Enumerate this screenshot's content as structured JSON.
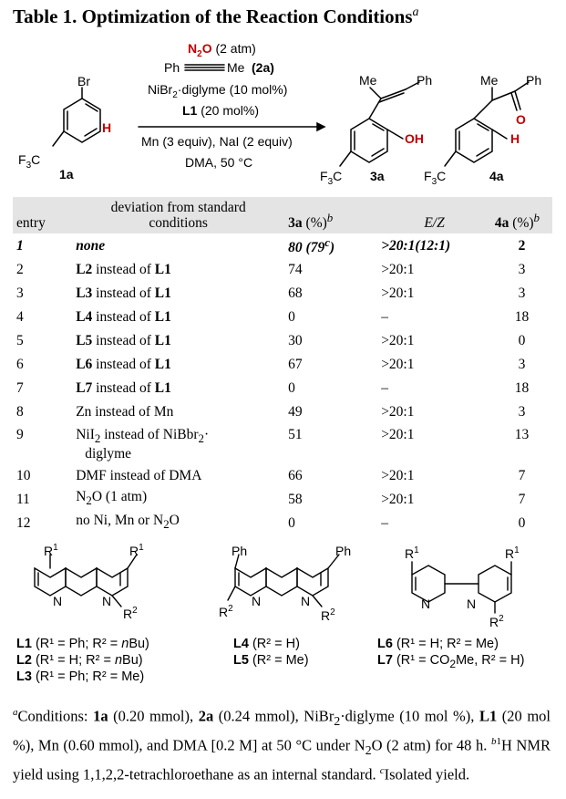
{
  "title": {
    "text": "Table 1. Optimization of the Reaction Conditions",
    "footnote_mark": "a"
  },
  "scheme": {
    "substrate_label": "1a",
    "substrate_atoms": {
      "br": "Br",
      "h": "H",
      "cf3_f": "F",
      "cf3_sub": "3",
      "cf3_c": "C"
    },
    "reagents_above": {
      "n2o_prefix": "N",
      "n2o_sub": "2",
      "n2o_suffix": "O",
      "n2o_pressure": " (2 atm)",
      "alkyne_ph": "Ph",
      "alkyne_me": "Me",
      "alkyne_label": "(2a)",
      "catalyst": "NiBr",
      "catalyst_sub": "2",
      "catalyst_suffix": "·diglyme (10 mol%)",
      "ligand": "L1",
      "ligand_amount": " (20 mol%)"
    },
    "reagents_below": {
      "line1": "Mn (3 equiv), NaI (2 equiv)",
      "line2": "DMA, 50 °C"
    },
    "product_3a": {
      "label": "3a",
      "me": "Me",
      "ph": "Ph",
      "oh": "OH",
      "cf3_f": "F",
      "cf3_sub": "3",
      "cf3_c": "C"
    },
    "product_4a": {
      "label": "4a",
      "me": "Me",
      "ph": "Ph",
      "o": "O",
      "h": "H",
      "cf3_f": "F",
      "cf3_sub": "3",
      "cf3_c": "C"
    }
  },
  "table": {
    "headers": {
      "entry": "entry",
      "deviation_line1": "deviation from standard",
      "deviation_line2": "conditions",
      "col_3a": "3a",
      "col_3a_unit": " (%)",
      "col_3a_mark": "b",
      "col_ez": "E/Z",
      "col_4a": "4a",
      "col_4a_unit": " (%)",
      "col_4a_mark": "b"
    },
    "rows": [
      {
        "entry": "1",
        "deviation": "none",
        "yield_3a": "80",
        "yield_3a_extra": " (79",
        "yield_3a_mark": "c",
        "yield_3a_close": ")",
        "ez": ">20:1(12:1)",
        "yield_4a": "2"
      },
      {
        "entry": "2",
        "dev_a": "L2",
        "dev_mid": " instead of ",
        "dev_b": "L1",
        "yield_3a": "74",
        "ez": ">20:1",
        "yield_4a": "3"
      },
      {
        "entry": "3",
        "dev_a": "L3",
        "dev_mid": " instead of ",
        "dev_b": "L1",
        "yield_3a": "68",
        "ez": ">20:1",
        "yield_4a": "3"
      },
      {
        "entry": "4",
        "dev_a": "L4",
        "dev_mid": " instead of ",
        "dev_b": "L1",
        "yield_3a": "0",
        "ez": "–",
        "yield_4a": "18"
      },
      {
        "entry": "5",
        "dev_a": "L5",
        "dev_mid": " instead of ",
        "dev_b": "L1",
        "yield_3a": "30",
        "ez": ">20:1",
        "yield_4a": "0"
      },
      {
        "entry": "6",
        "dev_a": "L6",
        "dev_mid": " instead of ",
        "dev_b": "L1",
        "yield_3a": "67",
        "ez": ">20:1",
        "yield_4a": "3"
      },
      {
        "entry": "7",
        "dev_a": "L7",
        "dev_mid": " instead of ",
        "dev_b": "L1",
        "yield_3a": "0",
        "ez": "–",
        "yield_4a": "18"
      },
      {
        "entry": "8",
        "deviation": "Zn instead of Mn",
        "yield_3a": "49",
        "ez": ">20:1",
        "yield_4a": "3"
      },
      {
        "entry": "9",
        "dev_pre": "NiI",
        "dev_sub": "2",
        "dev_post": " instead of NiBbr",
        "dev_sub2": "2",
        "dev_post2": "·",
        "dev_line2": "diglyme",
        "yield_3a": "51",
        "ez": ">20:1",
        "yield_4a": "13"
      },
      {
        "entry": "10",
        "deviation": "DMF instead of DMA",
        "yield_3a": "66",
        "ez": ">20:1",
        "yield_4a": "7"
      },
      {
        "entry": "11",
        "dev_pre": "N",
        "dev_sub": "2",
        "dev_post": "O (1 atm)",
        "yield_3a": "58",
        "ez": ">20:1",
        "yield_4a": "7"
      },
      {
        "entry": "12",
        "dev_pre": "no Ni, Mn or N",
        "dev_sub": "2",
        "dev_post": "O",
        "yield_3a": "0",
        "ez": "–",
        "yield_4a": "0"
      }
    ]
  },
  "ligands": {
    "phen_r": {
      "r": "R",
      "sup1": "1",
      "sup2": "2",
      "n": "N"
    },
    "phen_ph": {
      "ph": "Ph",
      "r": "R",
      "sup2": "2",
      "n": "N"
    },
    "bipy": {
      "r": "R",
      "sup1": "1",
      "sup2": "2",
      "n": "N"
    },
    "group1": [
      {
        "label": "L1",
        "text": " (R¹ = Ph; R² = ",
        "italic": "n",
        "text2": "Bu)"
      },
      {
        "label": "L2",
        "text": " (R¹ = H; R² = ",
        "italic": "n",
        "text2": "Bu)"
      },
      {
        "label": "L3",
        "text": " (R¹ = Ph; R² = Me)",
        "italic": "",
        "text2": ""
      }
    ],
    "group2": [
      {
        "label": "L4",
        "text": " (R² = H)"
      },
      {
        "label": "L5",
        "text": " (R² = Me)"
      }
    ],
    "group3": [
      {
        "label": "L6",
        "text": " (R¹ = H; R² = Me)"
      },
      {
        "label": "L7",
        "text": " (R¹ = CO",
        "sub": "2",
        "text2": "Me, R² = H)"
      }
    ]
  },
  "footnotes": {
    "a_mark": "a",
    "a_text_1": "Conditions: ",
    "a_1a": "1a",
    "a_text_2": " (0.20 mmol), ",
    "a_2a": "2a",
    "a_text_3": " (0.24 mmol), NiBr",
    "a_sub1": "2",
    "a_text_4": "·diglyme (10 mol %), ",
    "a_L1": "L1",
    "a_text_5": " (20 mol %), Mn (0.60 mmol), and DMA [0.2 M] at 50 °C under N",
    "a_sub2": "2",
    "a_text_6": "O (2 atm) for 48 h. ",
    "b_mark": "b",
    "b_sup1": "1",
    "b_text": "H NMR yield using 1,1,2,2-tetrachloroethane as an internal standard. ",
    "c_mark": "c",
    "c_text": "Isolated yield."
  }
}
